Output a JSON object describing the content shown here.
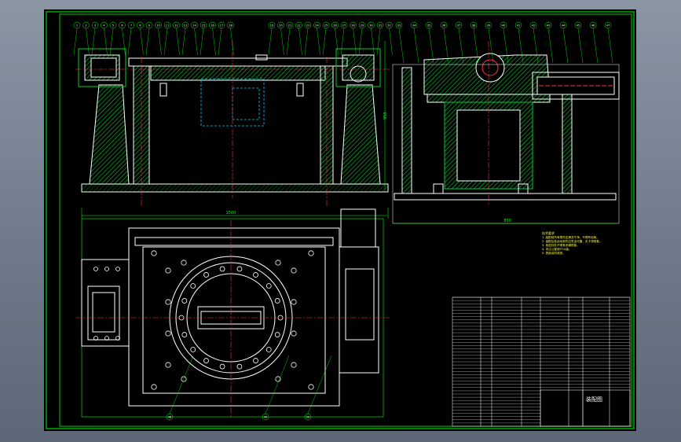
{
  "colors": {
    "background": "#000000",
    "frame": "#00ff00",
    "outline": "#ffffff",
    "hatch": "#00cc33",
    "centerline": "#ff3333",
    "dimension": "#00ff00",
    "notes": "#ffff40",
    "hidden_lines": "#00ccff"
  },
  "drawing": {
    "notes_title": "技术要求",
    "notes": [
      "1. 装配前所有零件应清洗干净，不得有毛刺。",
      "2. 装配后各运动部件应灵活可靠，无卡滞现象。",
      "3. 各密封处不得有渗漏现象。",
      "4. 未注公差按IT14级。",
      "5. 表面涂防锈漆。"
    ],
    "title_block_name": "装配图",
    "dimension_top": "1500",
    "dimension_side": "850",
    "dimension_vertical": "950",
    "balloons_front": [
      "1",
      "2",
      "3",
      "4",
      "5",
      "6",
      "7",
      "8",
      "9",
      "10",
      "11",
      "12",
      "13",
      "14",
      "15",
      "16",
      "17",
      "18",
      "19",
      "20",
      "21",
      "22",
      "23",
      "24",
      "25",
      "26",
      "27",
      "28",
      "29",
      "30",
      "31",
      "32"
    ],
    "balloons_side": [
      "33",
      "34",
      "35",
      "36",
      "37",
      "38",
      "39",
      "40",
      "41",
      "42",
      "43",
      "44",
      "45",
      "46",
      "47"
    ],
    "balloons_plan": [
      "48",
      "49",
      "50"
    ]
  }
}
